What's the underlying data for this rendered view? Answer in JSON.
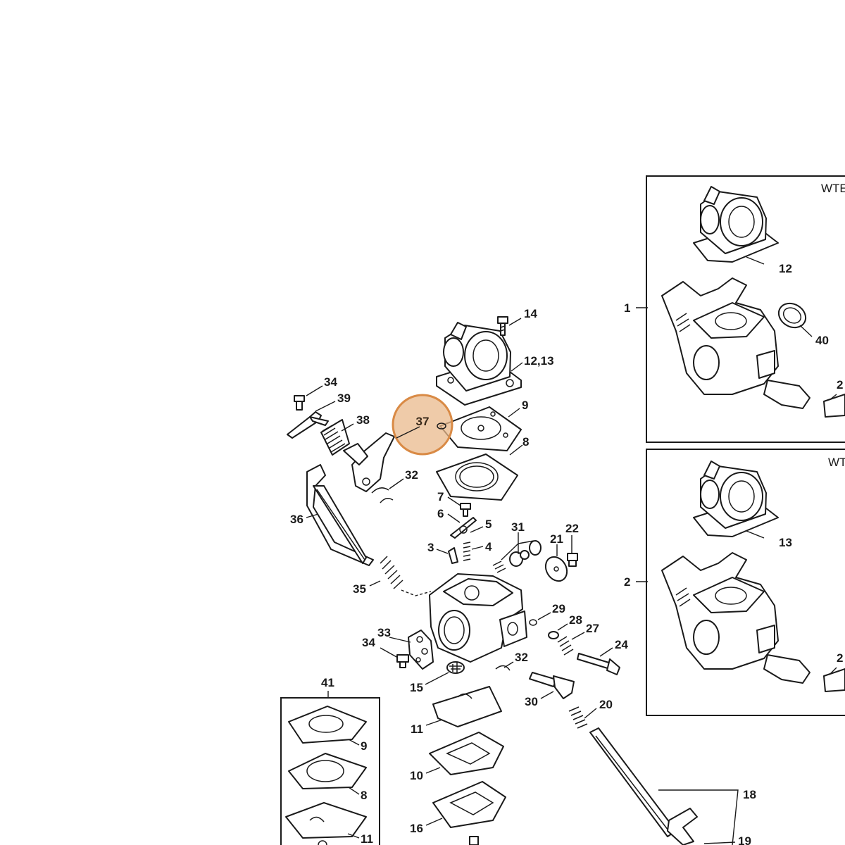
{
  "highlight": {
    "label": "37",
    "fill": "#e9b98c",
    "stroke": "#d98a45"
  },
  "parts": [
    {
      "id": "p14",
      "label": "14"
    },
    {
      "id": "p1213",
      "label": "12,13"
    },
    {
      "id": "p9",
      "label": "9"
    },
    {
      "id": "p8",
      "label": "8"
    },
    {
      "id": "p34a",
      "label": "34"
    },
    {
      "id": "p39",
      "label": "39"
    },
    {
      "id": "p38",
      "label": "38"
    },
    {
      "id": "p32a",
      "label": "32"
    },
    {
      "id": "p7",
      "label": "7"
    },
    {
      "id": "p6",
      "label": "6"
    },
    {
      "id": "p5",
      "label": "5"
    },
    {
      "id": "p4",
      "label": "4"
    },
    {
      "id": "p3",
      "label": "3"
    },
    {
      "id": "p31",
      "label": "31"
    },
    {
      "id": "p21",
      "label": "21"
    },
    {
      "id": "p22",
      "label": "22"
    },
    {
      "id": "p36",
      "label": "36"
    },
    {
      "id": "p35",
      "label": "35"
    },
    {
      "id": "p29",
      "label": "29"
    },
    {
      "id": "p28",
      "label": "28"
    },
    {
      "id": "p27",
      "label": "27"
    },
    {
      "id": "p24",
      "label": "24"
    },
    {
      "id": "p33",
      "label": "33"
    },
    {
      "id": "p34b",
      "label": "34"
    },
    {
      "id": "p32b",
      "label": "32"
    },
    {
      "id": "p15",
      "label": "15"
    },
    {
      "id": "p30",
      "label": "30"
    },
    {
      "id": "p20",
      "label": "20"
    },
    {
      "id": "p41",
      "label": "41"
    },
    {
      "id": "p11",
      "label": "11"
    },
    {
      "id": "p10",
      "label": "10"
    },
    {
      "id": "p16",
      "label": "16"
    },
    {
      "id": "p18",
      "label": "18"
    },
    {
      "id": "p19",
      "label": "19"
    },
    {
      "id": "p9b",
      "label": "9"
    },
    {
      "id": "p8b",
      "label": "8"
    },
    {
      "id": "p11b",
      "label": "11"
    },
    {
      "id": "p1",
      "label": "1"
    },
    {
      "id": "p2",
      "label": "2"
    },
    {
      "id": "p12",
      "label": "12"
    },
    {
      "id": "p13",
      "label": "13"
    },
    {
      "id": "p40",
      "label": "40"
    },
    {
      "id": "p2x1",
      "label": "2"
    },
    {
      "id": "p2x2",
      "label": "2"
    }
  ],
  "boxes": {
    "box1_title": "WTE",
    "box2_title": "WT"
  }
}
